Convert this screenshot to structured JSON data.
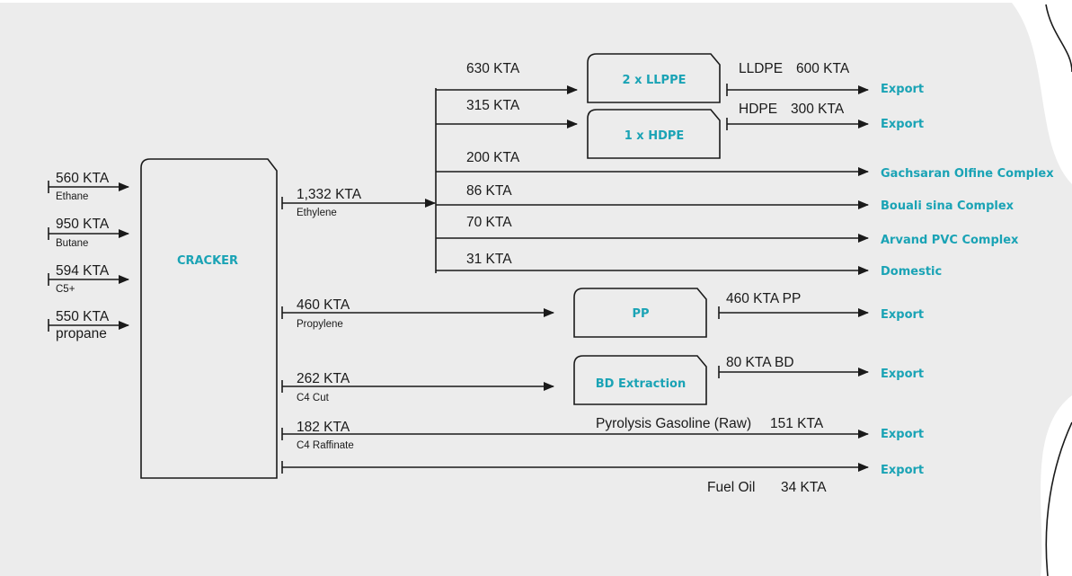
{
  "feeds": [
    {
      "value": "560 KTA",
      "name": "Ethane"
    },
    {
      "value": "950 KTA",
      "name": "Butane"
    },
    {
      "value": "594 KTA",
      "name": "C5+"
    },
    {
      "value": "550 KTA",
      "name": "propane"
    }
  ],
  "cracker": {
    "label": "CRACKER"
  },
  "products": {
    "ethylene": {
      "value": "1,332 KTA",
      "name": "Ethylene"
    },
    "propylene": {
      "value": "460 KTA",
      "name": "Propylene"
    },
    "c4cut": {
      "value": "262 KTA",
      "name": "C4 Cut"
    },
    "c4raff": {
      "value": "182 KTA",
      "name": "C4 Raffinate"
    }
  },
  "ethylene_branches": [
    {
      "value": "630 KTA"
    },
    {
      "value": "315 KTA"
    },
    {
      "value": "200 KTA",
      "dest": "Gachsaran Olfine Complex"
    },
    {
      "value": "86 KTA",
      "dest": "Bouali sina Complex"
    },
    {
      "value": "70 KTA",
      "dest": "Arvand PVC Complex"
    },
    {
      "value": "31 KTA",
      "dest": "Domestic"
    }
  ],
  "units": {
    "lldpe": {
      "label": "2 x LLPPE",
      "output_name": "LLDPE",
      "output_value": "600 KTA",
      "dest": "Export"
    },
    "hdpe": {
      "label": "1 x HDPE",
      "output_name": "HDPE",
      "output_value": "300 KTA",
      "dest": "Export"
    },
    "pp": {
      "label": "PP",
      "output": "460 KTA PP",
      "dest": "Export"
    },
    "bd": {
      "label": "BD Extraction",
      "output": "80 KTA BD",
      "dest": "Export"
    }
  },
  "pyrolysis": {
    "name": "Pyrolysis Gasoline (Raw)",
    "value": "151 KTA",
    "dest": "Export"
  },
  "fuel_oil": {
    "name": "Fuel Oil",
    "value": "34 KTA",
    "dest": "Export"
  },
  "colors": {
    "accent": "#1aa3b5",
    "background": "#ececec",
    "line": "#1a1a1a"
  }
}
